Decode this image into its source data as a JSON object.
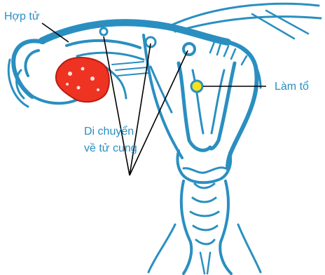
{
  "labels": {
    "zygote": "Hợp tử",
    "implantation": "Làm tổ",
    "move_line1": "Di chuyển",
    "move_line2": "về tử cung"
  },
  "colors": {
    "outline": "#2a8fc0",
    "text": "#2a8fc0",
    "ovary": "#ee3322",
    "zygote_dot": "#f2e21a",
    "pointer": "#000000"
  },
  "icons": [
    "uterus-illustration",
    "ovary-shape",
    "fallopian-tube-shape",
    "embryo-dot"
  ]
}
